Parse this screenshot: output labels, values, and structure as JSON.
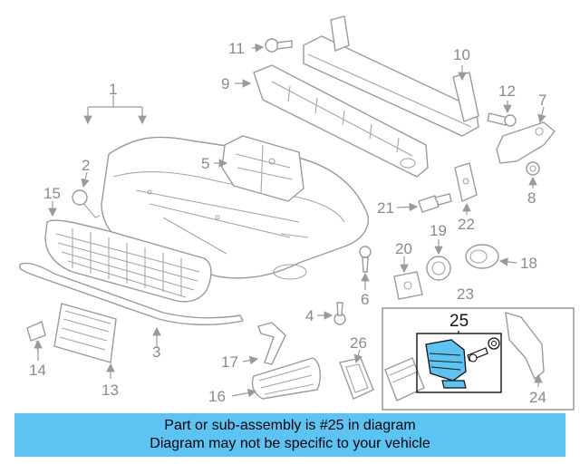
{
  "callouts": {
    "c1": "1",
    "c2": "2",
    "c3": "3",
    "c4": "4",
    "c5": "5",
    "c6": "6",
    "c7": "7",
    "c8": "8",
    "c9": "9",
    "c10": "10",
    "c11": "11",
    "c12": "12",
    "c13": "13",
    "c14": "14",
    "c15": "15",
    "c16": "16",
    "c17": "17",
    "c18": "18",
    "c19": "19",
    "c20": "20",
    "c21": "21",
    "c22": "22",
    "c23": "23",
    "c24": "24",
    "c25": "25",
    "c26": "26"
  },
  "highlight": {
    "part_number": "25",
    "color": "#5cc4f3"
  },
  "caption": {
    "line1": "Part or sub-assembly is #25 in diagram",
    "line2": "Diagram may not be specific to your vehicle"
  }
}
